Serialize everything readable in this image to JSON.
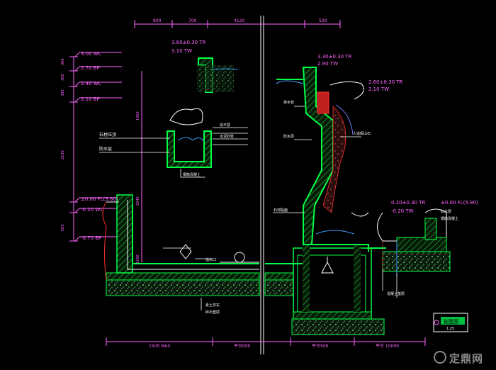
{
  "dims_top": [
    "800",
    "700",
    "4120",
    "500"
  ],
  "dims_bottom": [
    "1500 MAX",
    "平台000",
    "平台500",
    "平台 10000"
  ],
  "dims_left": [
    "300",
    "300",
    "300",
    "1450",
    "2100",
    "2045",
    "500",
    "1200"
  ],
  "left_levels": [
    {
      "text": "3.00 WL",
      "color": "#ff66ff"
    },
    {
      "text": "2.70 BP",
      "color": "#ff66ff"
    },
    {
      "text": "2.40 WL",
      "color": "#ff66ff"
    },
    {
      "text": "2.10 BP",
      "color": "#ff66ff"
    },
    {
      "text": "±0.00 FL(5.80)",
      "color": "#ff66ff"
    },
    {
      "text": "-0.20 WL",
      "color": "#ff66ff"
    },
    {
      "text": "-0.70 BP",
      "color": "#ff66ff"
    }
  ],
  "top_labels": {
    "upper_left_1": "3.60±0.30 TR",
    "upper_left_2": "3.10 TW",
    "upper_mid_1": "3.30±0.30 TR",
    "upper_mid_2": "2.90 TW",
    "mid_right_1": "2.60±0.30 TR",
    "mid_right_2": "2.10 TW",
    "right_1": "0.20±0.30 TR",
    "right_2": "±0.00 FL(5.80)",
    "right_3": "-0.20 TW"
  },
  "notes_left": [
    "石材压顶",
    "防水层",
    "找平层",
    "水泥砂浆",
    "钢筋混凝土"
  ],
  "notes_mid": [
    "排水管",
    "防水层",
    "石材贴面",
    "溢水口"
  ],
  "notes_right": [
    "人造假山石",
    "防水层",
    "钢筋混凝土"
  ],
  "notes_bottom": [
    "素土夯实",
    "碎石垫层",
    "混凝土垫层"
  ],
  "section_tag": {
    "title": "剖面图",
    "scale": "1:25"
  },
  "watermark": "定鼎网",
  "colors": {
    "background": "#000000",
    "dimension": "#ff66ff",
    "structure": "#00ff44",
    "wall_hatch": "#22aa33",
    "gravel": "#3fa04a",
    "white_lines": "#ffffff",
    "axis": "#9a9aff",
    "red": "#ff3030",
    "level_text": "#ff66ff",
    "note_text": "#ffffff"
  }
}
